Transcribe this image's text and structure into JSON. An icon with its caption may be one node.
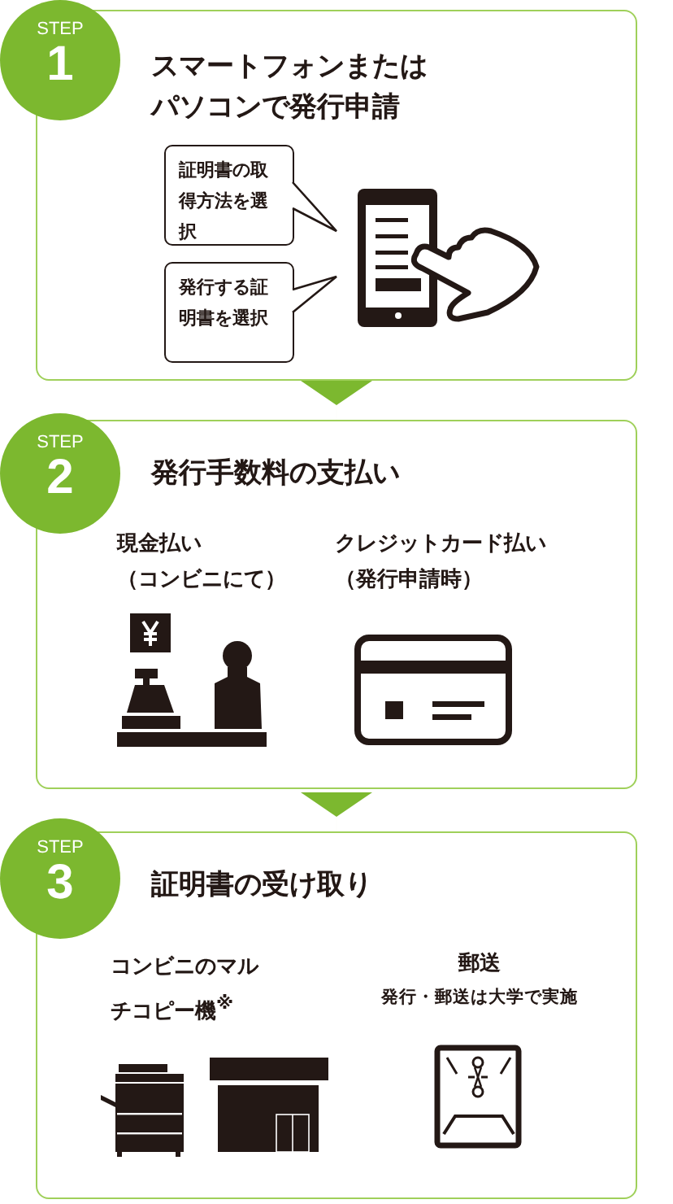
{
  "diagram": {
    "nodes": [
      {
        "text": [
          "スマートフォンまたはパソコンで発行申請"
        ]
      },
      {
        "text": [
          "STEP",
          "1"
        ]
      },
      {
        "text": [
          "証明書の取得方法を選択"
        ],
        "in": 0
      },
      {
        "text": [
          "発行する証明書を選択"
        ],
        "in": 0
      },
      {
        "text": [
          "発行手数料の支払い"
        ]
      },
      {
        "text": [
          "STEP",
          "2"
        ]
      },
      {
        "text": [
          "証明書の受け取り"
        ]
      },
      {
        "text": [
          "STEP",
          "3"
        ]
      }
    ],
    "edges": [
      {
        "from": 0,
        "to": 4,
        "arrow": "to"
      },
      {
        "from": 4,
        "to": 6,
        "arrow": "to"
      }
    ],
    "labels": [
      "現金払い（コンビニにて）",
      "クレジットカード払い（発行申請時）",
      "コンビニのマルチコピー機$^{※}$",
      "郵送",
      "発行・郵送は大学で実施"
    ]
  }
}
